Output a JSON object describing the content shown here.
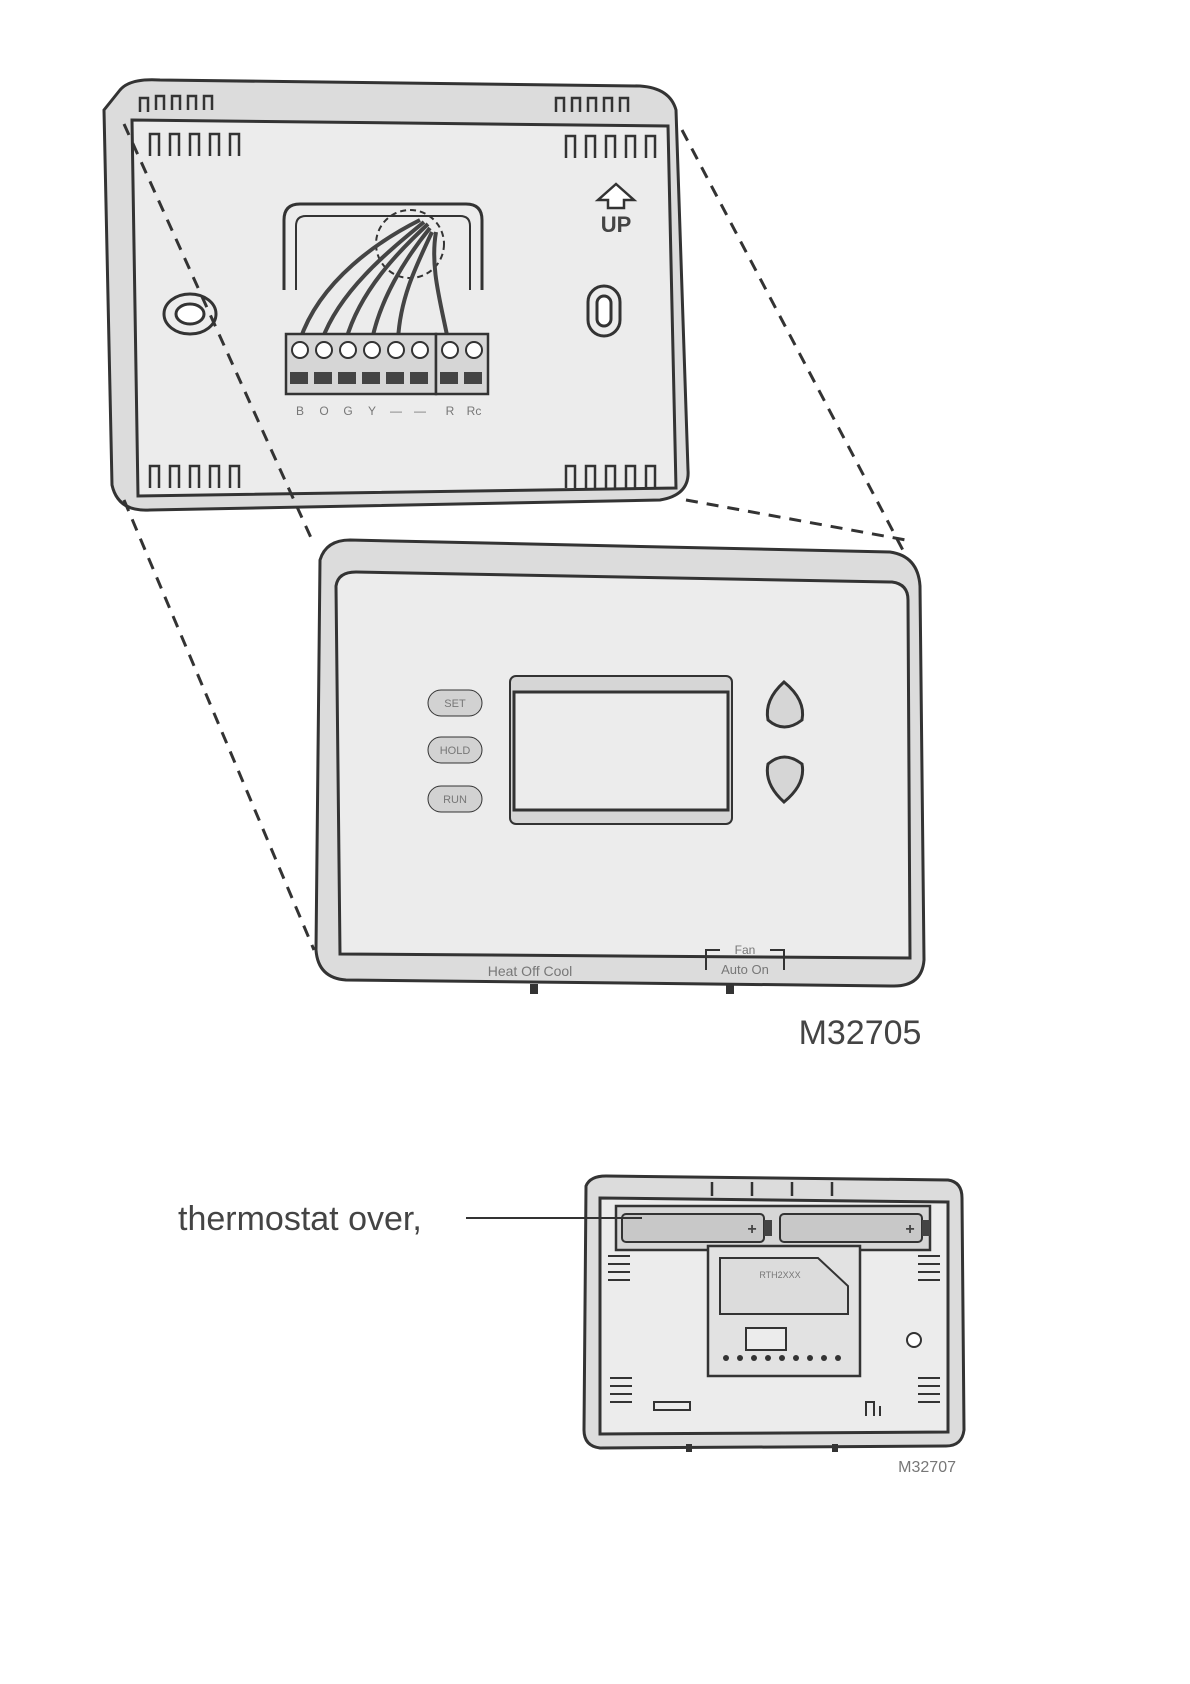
{
  "figure1": {
    "id": "M32705",
    "up_label": "UP",
    "terminal_labels": [
      "B",
      "O",
      "G",
      "Y",
      "—",
      "—",
      "R",
      "Rc"
    ],
    "buttons": [
      "SET",
      "HOLD",
      "RUN"
    ],
    "system_switch": "Heat  Off  Cool",
    "fan_switch_title": "Fan",
    "fan_switch": "Auto  On"
  },
  "figure2": {
    "id": "M32707",
    "callout": "thermostat over,",
    "model_label": "RTH2XXX",
    "battery_plus": "+"
  },
  "colors": {
    "line": "#333333",
    "fill": "#ececec",
    "fill_dark": "#d6d6d6"
  }
}
